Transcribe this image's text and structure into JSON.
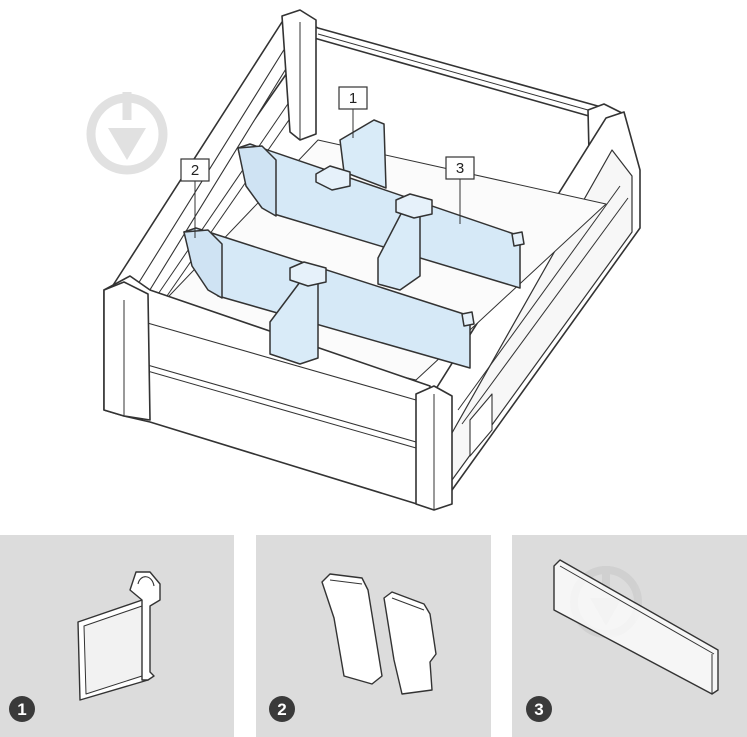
{
  "diagram": {
    "callouts": [
      {
        "id": "divider-clip",
        "label": "1"
      },
      {
        "id": "side-end-caps",
        "label": "2"
      },
      {
        "id": "divider-panel",
        "label": "3"
      }
    ],
    "panels": [
      {
        "number": "1"
      },
      {
        "number": "2"
      },
      {
        "number": "3"
      }
    ],
    "colors": {
      "panel_background": "#dcdcdc",
      "divider_fill": "#d6e9f7",
      "outline": "#333333",
      "badge": "#3a3a3a",
      "watermark": "#d7d7d7"
    },
    "icons": [
      "drop-watermark-icon"
    ]
  }
}
